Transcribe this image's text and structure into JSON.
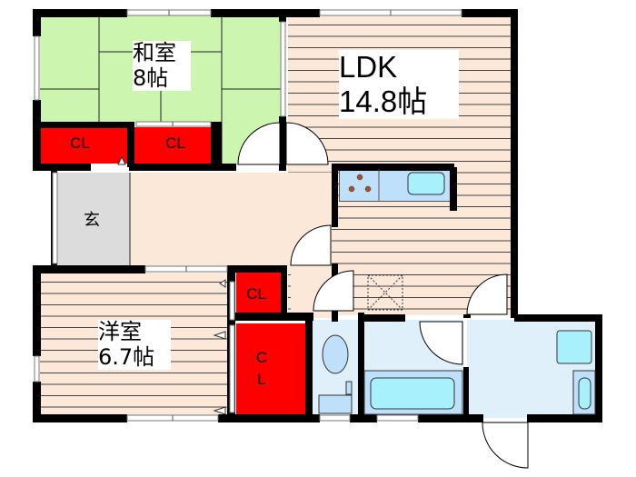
{
  "floorplan": {
    "rooms": {
      "washitsu": {
        "name": "和室",
        "size": "8帖"
      },
      "ldk": {
        "name": "LDK",
        "size": "14.8帖"
      },
      "genkan": {
        "name": "玄"
      },
      "youshitsu": {
        "name": "洋室",
        "size": "6.7帖"
      }
    },
    "closets": {
      "cl1": "CL",
      "cl2": "CL",
      "cl3": "CL",
      "cl4_top": "C",
      "cl4_bottom": "L"
    },
    "colors": {
      "tatami": "#ccf5b0",
      "flooring": "#fce8d8",
      "closet": "#ff0000",
      "entrance": "#dcdcdc",
      "wet_area": "#dff0fb",
      "fixture": "#a8f0fc",
      "wall": "#000000"
    }
  }
}
